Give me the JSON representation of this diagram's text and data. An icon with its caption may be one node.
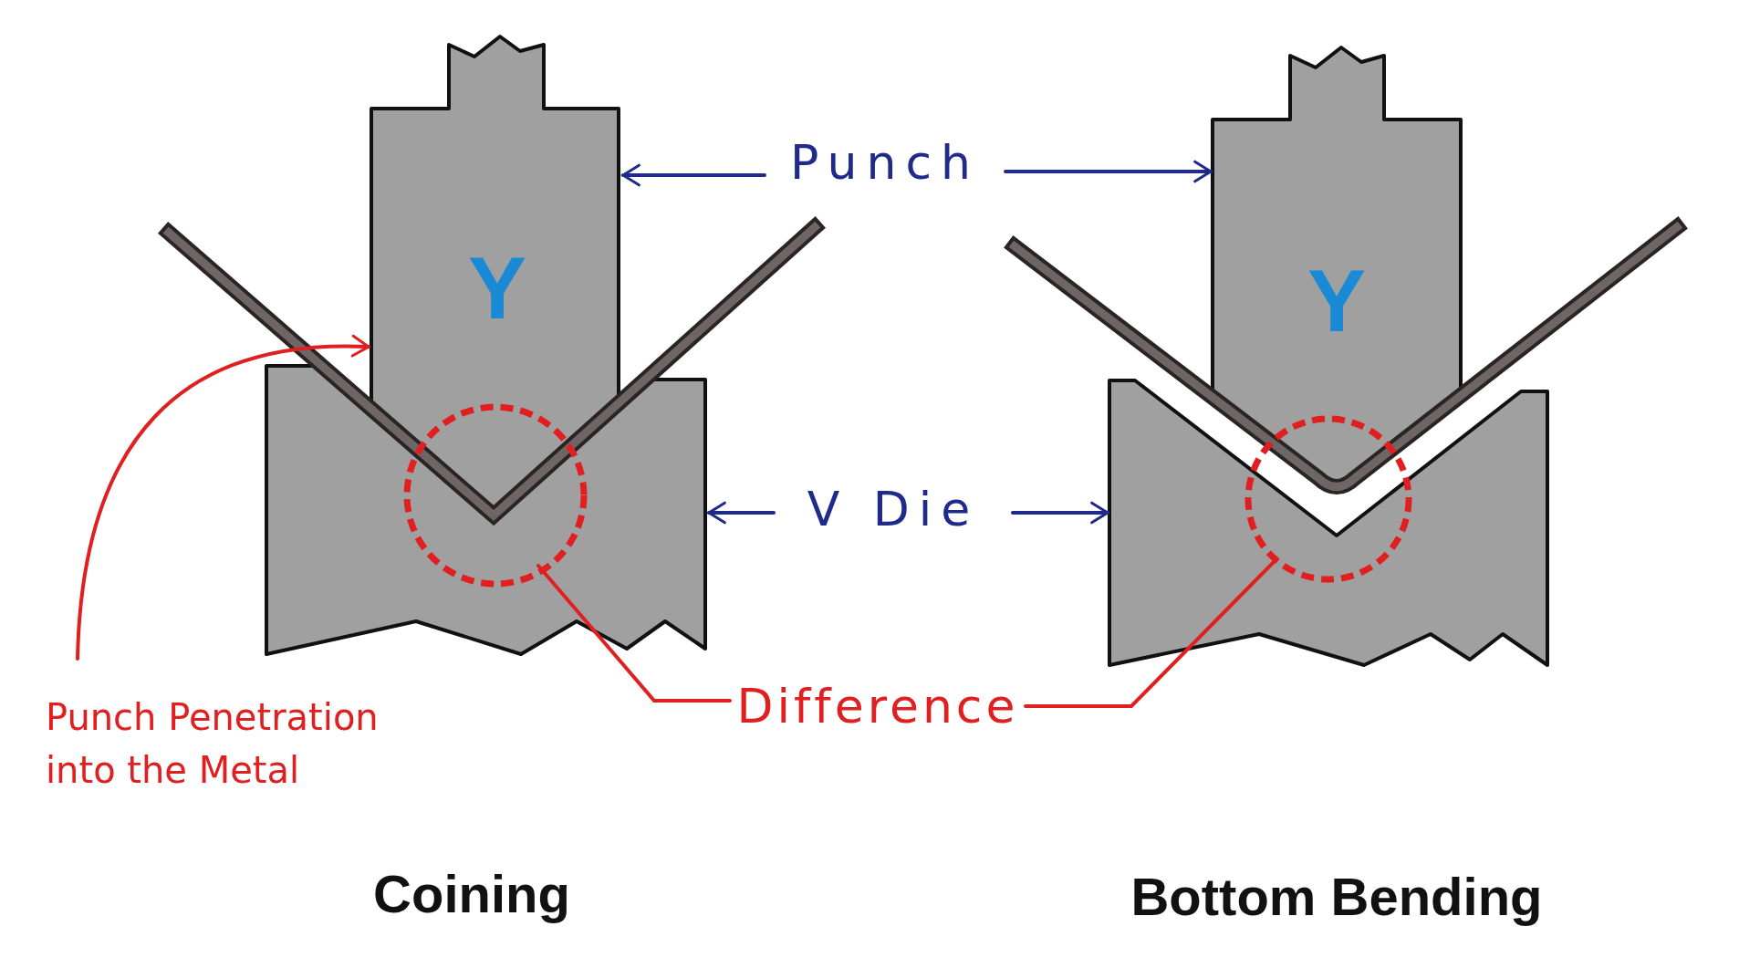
{
  "diagram": {
    "nodes": [
      {
        "text": [
          "Punch"
        ]
      },
      {
        "text": [
          "Y"
        ]
      },
      {
        "text": [
          "Y"
        ]
      },
      {
        "text": [],
        "shape": "box"
      },
      {
        "text": [
          "V Die"
        ]
      },
      {
        "text": [],
        "shape": "box"
      },
      {
        "text": [],
        "shape": "circle"
      },
      {
        "text": [],
        "shape": "circle"
      },
      {
        "text": [
          "Punch Penetration into the Metal"
        ]
      },
      {
        "text": [
          "Difference"
        ]
      }
    ],
    "edges": [
      {
        "from": 0,
        "to": 1,
        "arrow": "to"
      },
      {
        "from": 0,
        "to": 2,
        "arrow": "to"
      },
      {
        "from": 4,
        "to": 3,
        "arrow": "to"
      },
      {
        "from": 4,
        "to": 5,
        "arrow": "to"
      },
      {
        "from": 9,
        "to": 6,
        "arrow": "none",
        "color": "#e02020"
      },
      {
        "from": 9,
        "to": 7,
        "arrow": "none",
        "color": "#e02020"
      },
      {
        "from": 8,
        "to": 1,
        "arrow": "to",
        "color": "#e02020"
      }
    ],
    "labels": [
      "Coining",
      "Bottom Bending"
    ]
  }
}
